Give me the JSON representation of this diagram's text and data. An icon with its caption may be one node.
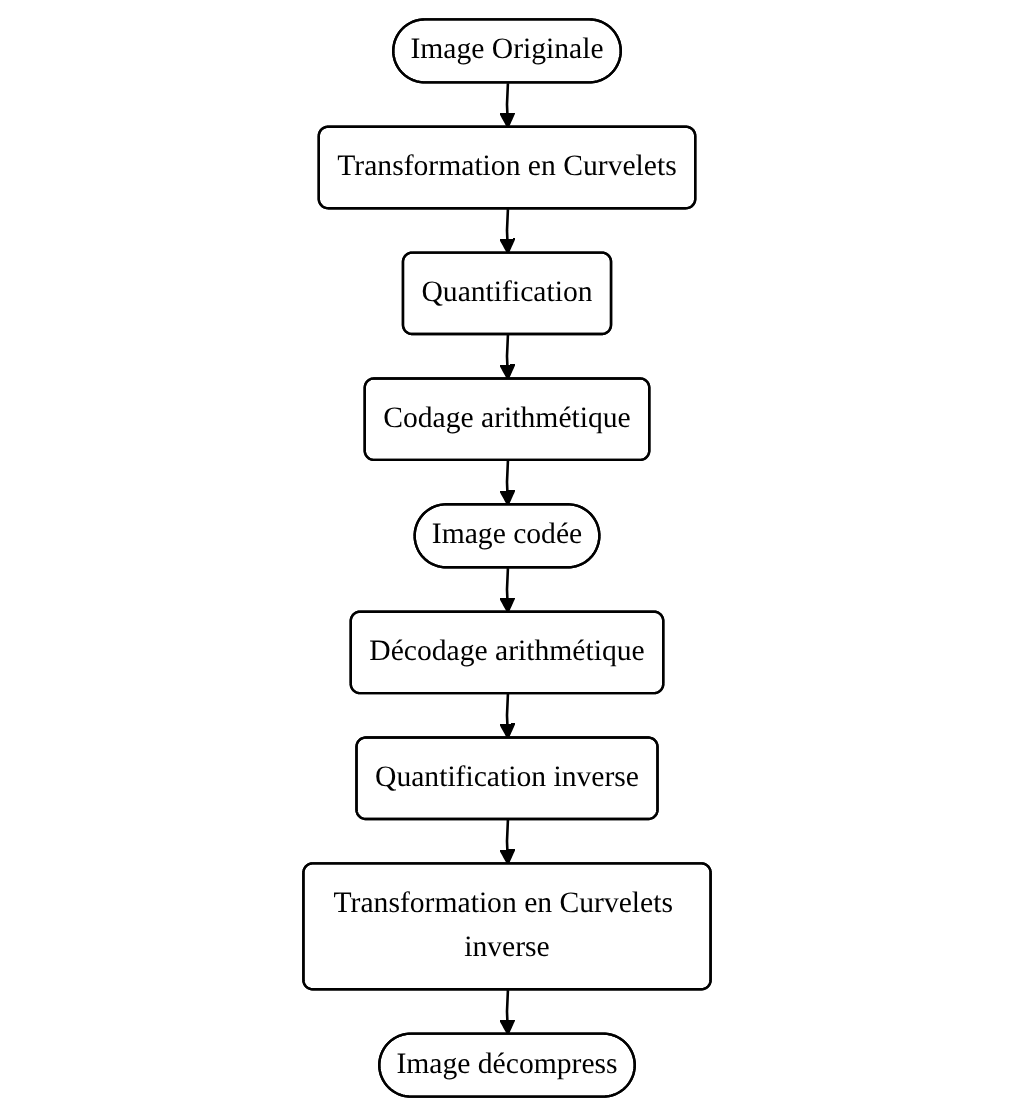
{
  "diagram": {
    "nodes": [
      {
        "text": [
          "Image Originale"
        ]
      },
      {
        "text": [
          "Transformation en Curvelets"
        ]
      },
      {
        "text": [
          "Quantification"
        ]
      },
      {
        "text": [
          "Codage arithmétique"
        ]
      },
      {
        "text": [
          "Image codée"
        ]
      },
      {
        "text": [
          "Décodage arithmétique"
        ]
      },
      {
        "text": [
          "Quantification inverse"
        ]
      },
      {
        "text": [
          "Transformation en Curvelets inverse"
        ]
      },
      {
        "text": [
          "Image décompress"
        ]
      }
    ],
    "edges": [
      {
        "from": 0,
        "to": 1,
        "arrow": "to"
      },
      {
        "from": 1,
        "to": 2,
        "arrow": "to"
      },
      {
        "from": 2,
        "to": 3,
        "arrow": "to"
      },
      {
        "from": 3,
        "to": 4,
        "arrow": "to"
      },
      {
        "from": 4,
        "to": 5,
        "arrow": "to"
      },
      {
        "from": 5,
        "to": 6,
        "arrow": "to"
      },
      {
        "from": 6,
        "to": 7,
        "arrow": "to"
      },
      {
        "from": 7,
        "to": 8,
        "arrow": "to"
      }
    ]
  }
}
